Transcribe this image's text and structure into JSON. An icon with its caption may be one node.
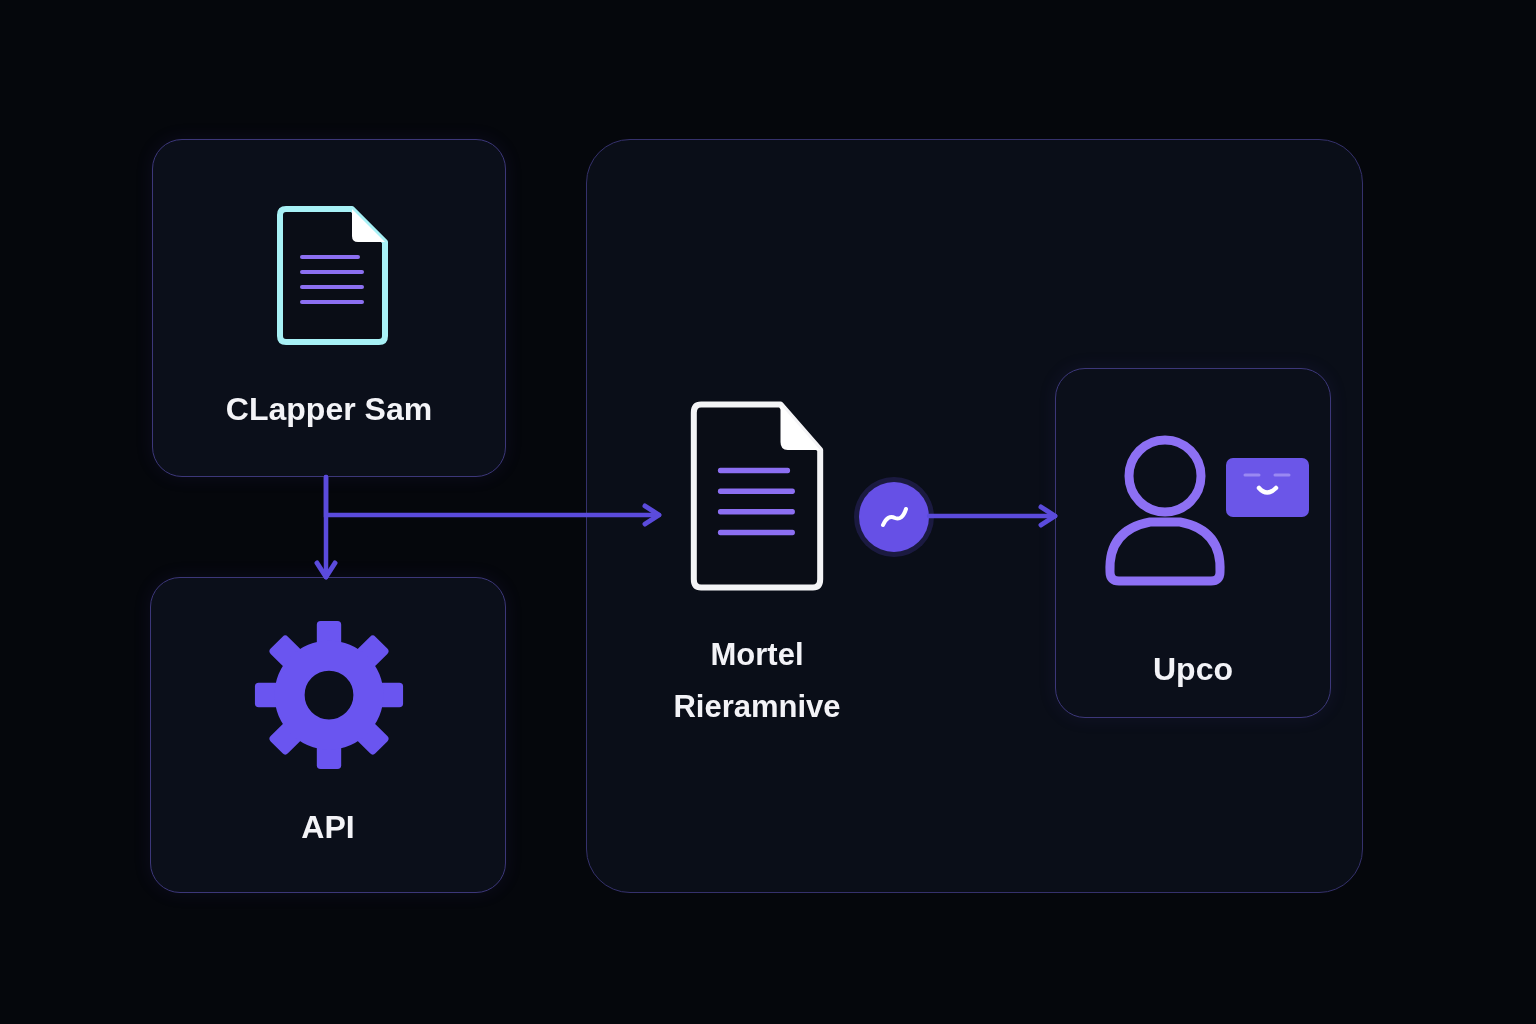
{
  "diagram": {
    "nodes": [
      {
        "text": [
          "CLapper Sam"
        ]
      },
      {
        "text": [
          "API"
        ]
      },
      {
        "text": [],
        "shape": "box"
      },
      {
        "text": [
          "Mortel Rieramnive"
        ],
        "in": 2
      },
      {
        "text": [],
        "shape": "circle",
        "in": 2
      },
      {
        "text": [
          "Upco"
        ],
        "in": 2
      }
    ],
    "edges": [
      {
        "from": 0,
        "to": 1,
        "arrow": "to"
      },
      {
        "from": 0,
        "to": 3,
        "arrow": "to"
      },
      {
        "from": 4,
        "to": 5,
        "arrow": "to"
      }
    ]
  }
}
